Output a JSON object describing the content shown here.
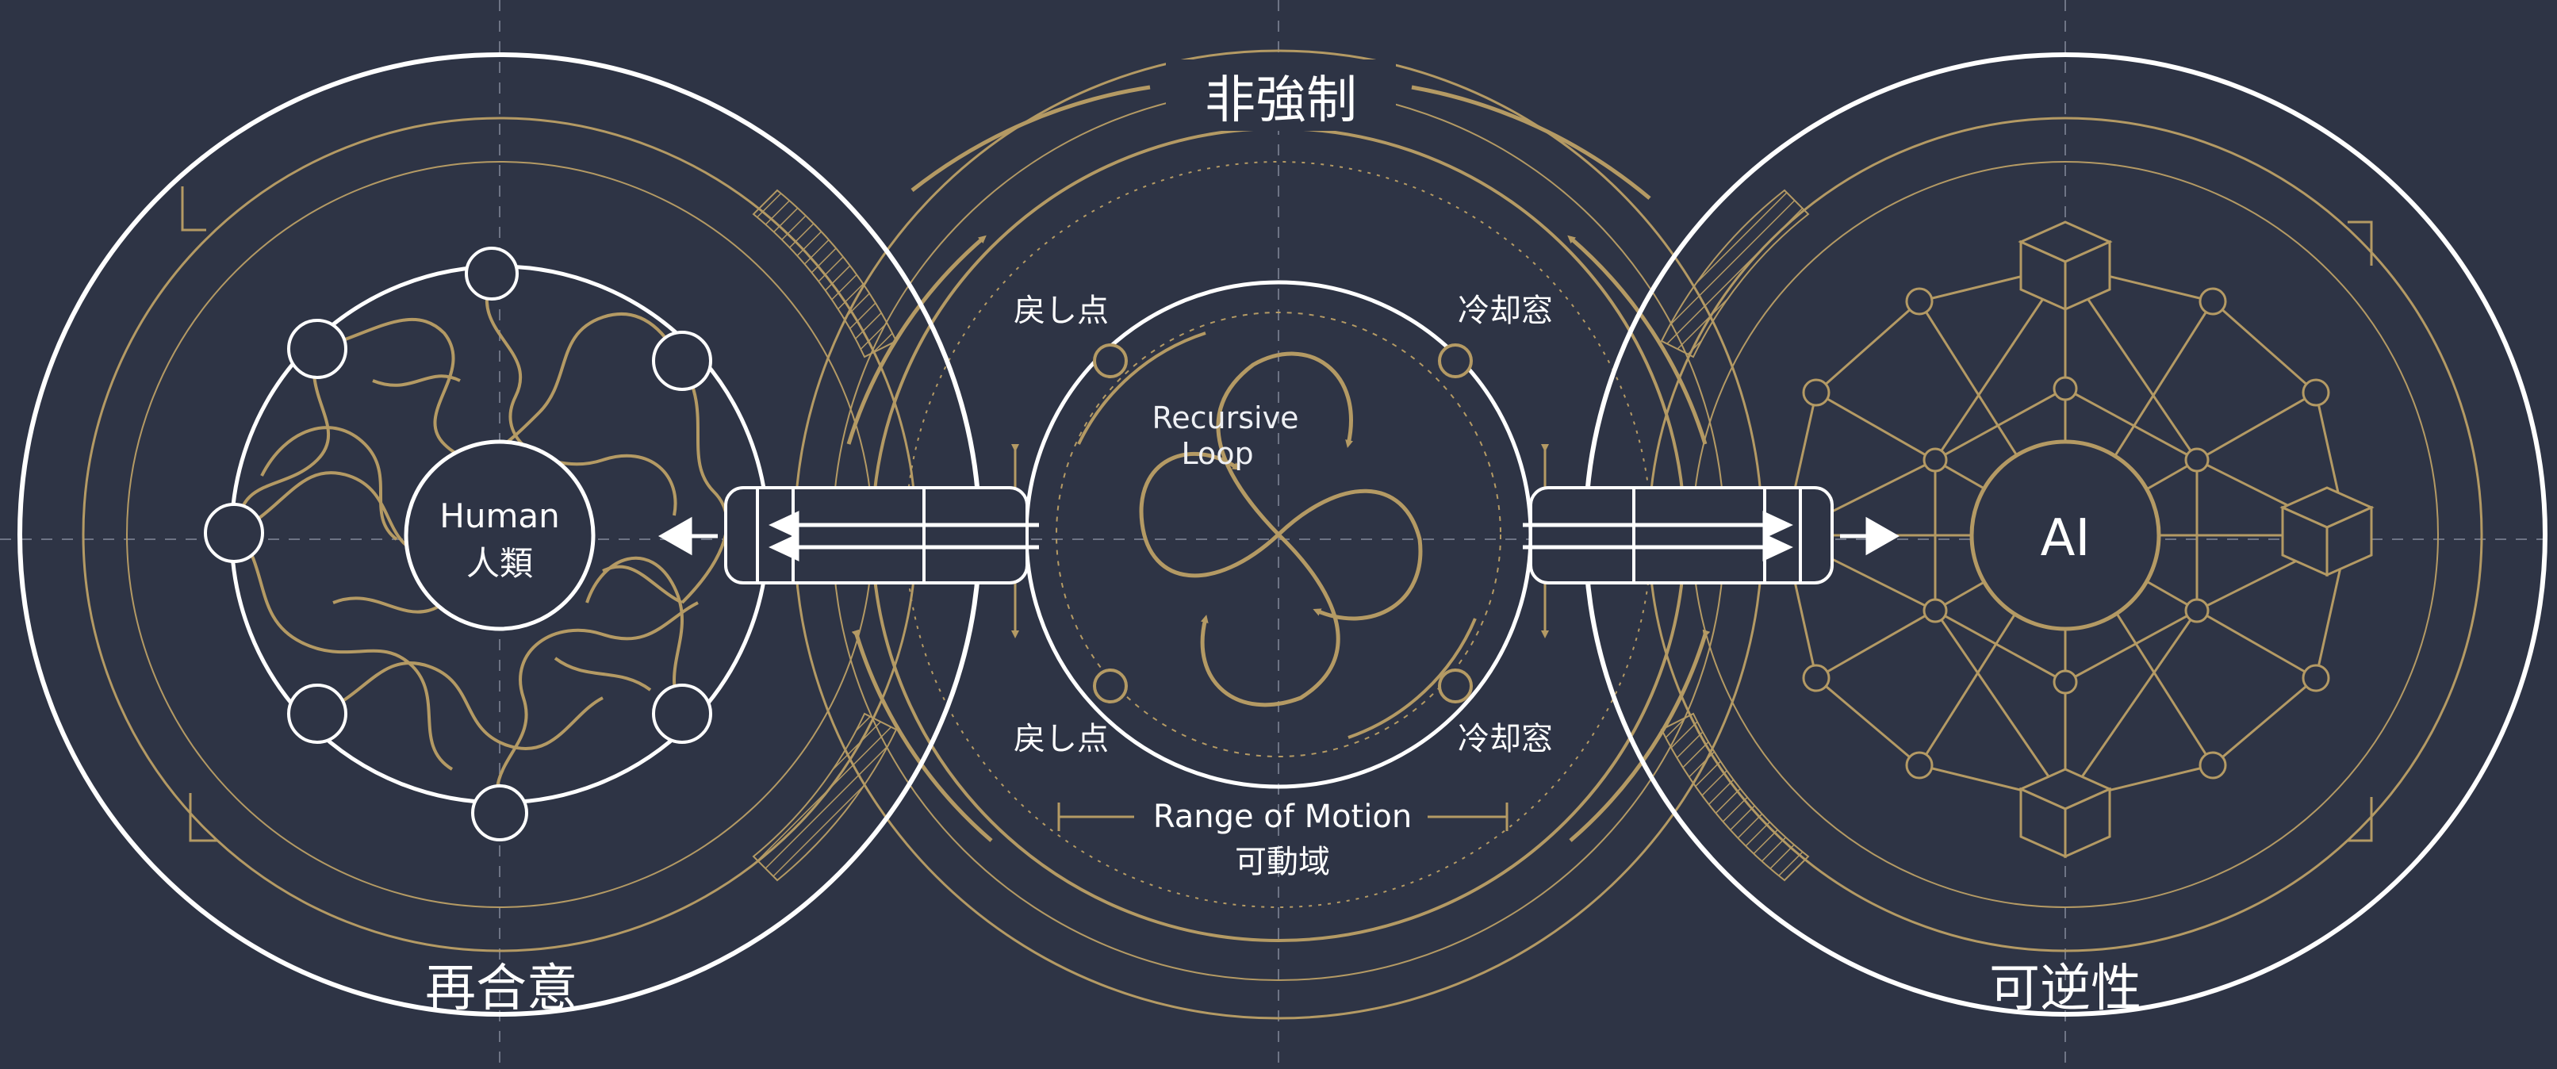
{
  "labels": {
    "top": "非強制",
    "bottom_left": "再合意",
    "bottom_right": "可逆性",
    "human_en": "Human",
    "human_ja": "人類",
    "ai": "AI",
    "loop_line1": "Recursive",
    "loop_line2": "Loop",
    "range_en": "Range of Motion",
    "range_ja": "可動域",
    "return_point_top": "戻し点",
    "return_point_bottom": "戻し点",
    "cooling_window_top": "冷却窓",
    "cooling_window_bottom": "冷却窓"
  },
  "colors": {
    "background": "#2e3445",
    "gold": "#b49a64",
    "white": "#ffffff",
    "guide": "#7e8596"
  },
  "icons": {
    "human_network": "organic-network-icon",
    "ai_network": "lattice-network-icon",
    "cube": "cube-icon"
  }
}
